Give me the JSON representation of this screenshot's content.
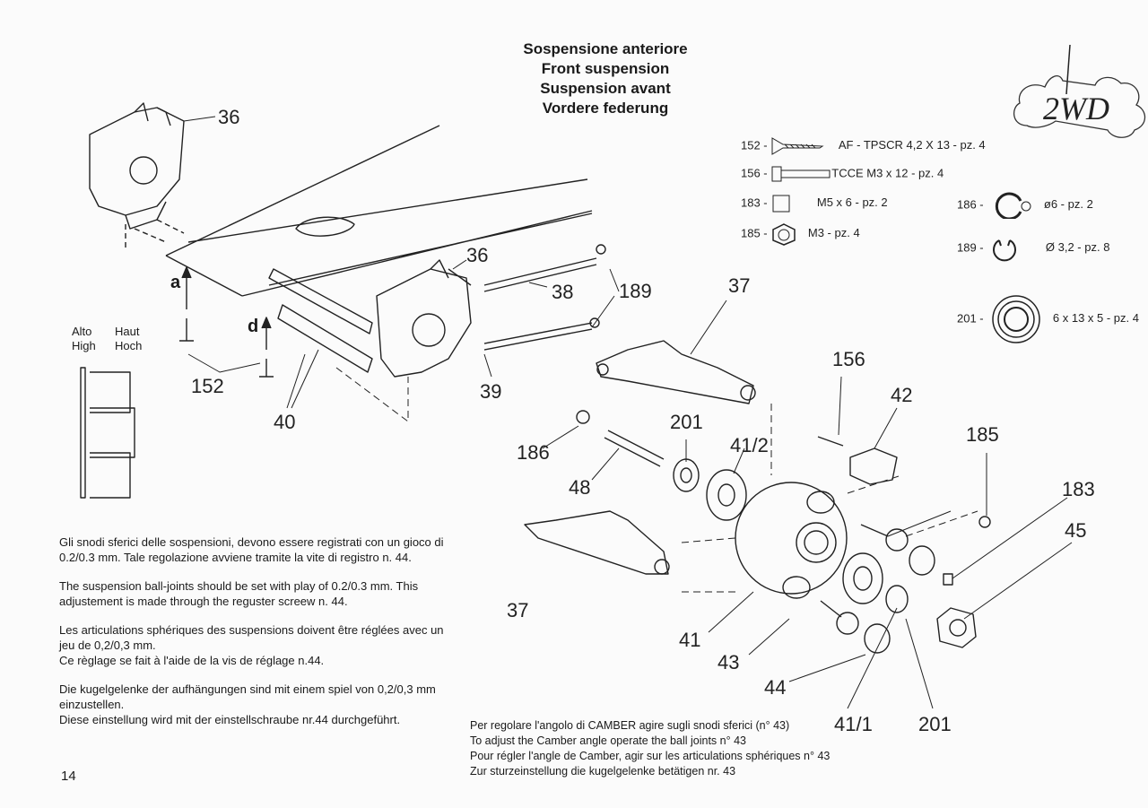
{
  "title": {
    "it": "Sospensione anteriore",
    "en": "Front suspension",
    "fr": "Suspension avant",
    "de": "Vordere federung"
  },
  "logo": {
    "text": "2WD",
    "icon": "dog-bone-2wd-logo"
  },
  "hardware": [
    {
      "code": "152 -",
      "desc": "AF - TPSCR 4,2 X 13 - pz. 4",
      "icon": "self-tapping-screw-icon"
    },
    {
      "code": "156 -",
      "desc": "TCCE M3 x 12 - pz. 4",
      "icon": "cap-screw-icon"
    },
    {
      "code": "183 -",
      "desc": "M5 x 6 - pz. 2",
      "icon": "grub-screw-icon"
    },
    {
      "code": "185 -",
      "desc": "M3 - pz. 4",
      "icon": "hex-nut-icon"
    },
    {
      "code": "186 -",
      "desc": "ø6 - pz. 2",
      "icon": "e-clip-icon"
    },
    {
      "code": "189 -",
      "desc": "Ø  3,2 - pz. 8",
      "icon": "circlip-icon"
    },
    {
      "code": "201 -",
      "desc": "6 x 13 x 5 - pz. 4",
      "icon": "ball-bearing-icon"
    }
  ],
  "callouts": {
    "c36a": "36",
    "c36b": "36",
    "c37a": "37",
    "c37b": "37",
    "c38": "38",
    "c189": "189",
    "c39": "39",
    "c40": "40",
    "c152": "152",
    "c156": "156",
    "c42": "42",
    "c185": "185",
    "c183": "183",
    "c45": "45",
    "c201a": "201",
    "c201b": "201",
    "c41_2": "41/2",
    "c186": "186",
    "c48": "48",
    "c41": "41",
    "c43": "43",
    "c44": "44",
    "c41_1": "41/1",
    "a": "a",
    "d": "d"
  },
  "orientation": {
    "alto": "Alto",
    "haut": "Haut",
    "high": "High",
    "hoch": "Hoch"
  },
  "instructions": [
    "Gli snodi sferici delle sospensioni, devono essere registrati con un gioco di 0.2/0.3 mm. Tale regolazione avviene tramite la vite di registro n. 44.",
    "The suspension ball-joints should be set with play of 0.2/0.3 mm. This adjustement is made through the reguster screew n. 44.",
    "Les articulations sphériques des suspensions doivent être réglées avec un jeu de 0,2/0,3 mm.\nCe règlage se fait à l'aide de la vis de réglage n.44.",
    "Die kugelgelenke der aufhängungen sind mit einem spiel von 0,2/0,3 mm einzustellen.\nDiese einstellung wird mit der einstellschraube nr.44 durchgeführt."
  ],
  "camber_note": [
    "Per regolare l'angolo di CAMBER agire sugli  snodi sferici (n° 43)",
    "To adjust the Camber  angle operate the ball joints n° 43",
    "Pour régler l'angle de Camber, agir sur les articulations sphériques n° 43",
    "Zur sturzeinstellung die kugelgelenke betätigen nr. 43"
  ],
  "page_number": "14"
}
